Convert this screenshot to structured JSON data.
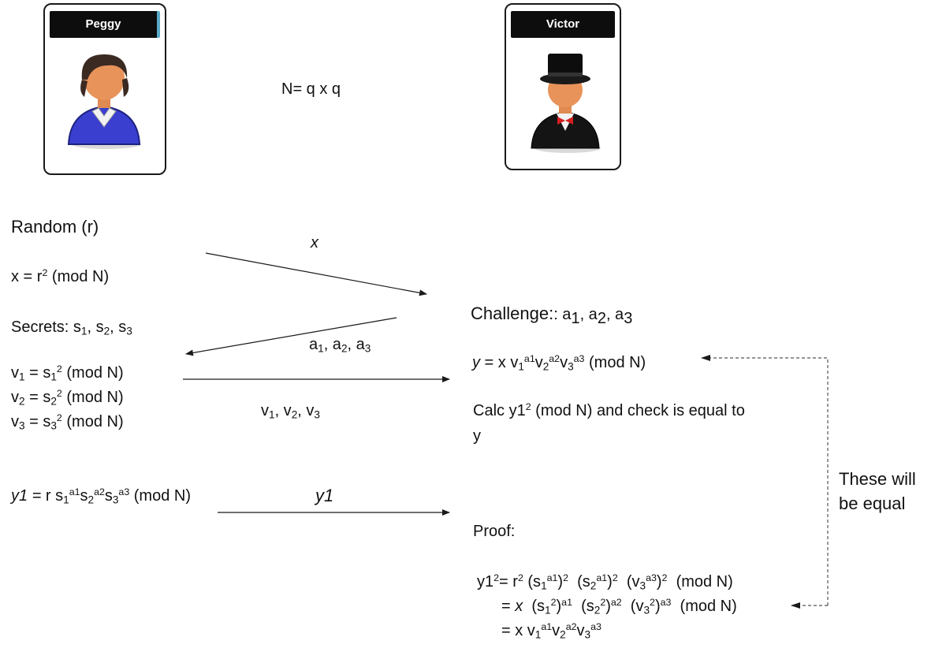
{
  "parties": {
    "peggy": {
      "name": "Peggy",
      "icon": "woman-user-icon"
    },
    "victor": {
      "name": "Victor",
      "icon": "top-hat-man-icon"
    }
  },
  "modulus": "N= q x q",
  "left": {
    "random": "Random (r)",
    "x_eq": {
      "lhs": "x = r",
      "exp": "2",
      "rest": " (mod N)"
    },
    "secrets": {
      "label": "Secrets: s",
      "i1": "1",
      "s2": ", s",
      "i2": "2",
      "s3": ", s",
      "i3": "3"
    },
    "v_lines": [
      {
        "v": "v",
        "i": "1",
        "eq": " = s",
        "si": "1",
        "exp": "2",
        "mod": " (mod N)"
      },
      {
        "v": "v",
        "i": "2",
        "eq": " = s",
        "si": "2",
        "exp": "2",
        "mod": " (mod N)"
      },
      {
        "v": "v",
        "i": "3",
        "eq": " = s",
        "si": "3",
        "exp": "2",
        "mod": " (mod N)"
      }
    ],
    "y1": {
      "lhs": "y1 = ",
      "r": " r s",
      "mod": " (mod N)"
    }
  },
  "messages": {
    "x": "x",
    "a": {
      "a": "a",
      "i1": "1",
      "c2": ", a",
      "i2": "2",
      "c3": ", a",
      "i3": "3"
    },
    "v": {
      "v": "v",
      "i1": "1",
      "c2": ", v",
      "i2": "2",
      "c3": ", v",
      "i3": "3"
    },
    "y1": "y1"
  },
  "right": {
    "challenge": {
      "label": "Challenge:",
      "rest": ": a",
      "i1": "1",
      "c2": ", a",
      "i2": "2",
      "c3": ", a",
      "i3": "3"
    },
    "y_eq": {
      "y": "y",
      "eq": " = x v",
      "mod": " (mod N)"
    },
    "calc": {
      "line1": "(mod N) and check is equal to",
      "pre": "Calc y1",
      "exp": "2",
      "line2": "y"
    },
    "proof_label": "Proof:",
    "proof": {
      "l1_pre": "y1",
      "l1_exp": "2",
      "l1_eq": "= r",
      "l1_rexp": "2",
      "mod": "(mod N)",
      "l2_pre": "= ",
      "l2_x": "x",
      "l3_pre": "= x v"
    }
  },
  "note": {
    "line1": "These will",
    "line2": "be equal"
  },
  "exponents": {
    "a1": "a1",
    "a2": "a2",
    "a3": "a3",
    "two": "2"
  },
  "colors": {
    "stroke": "#1a1a1a",
    "dashed": "#555555",
    "peggy_shirt": "#3a3fd0",
    "skin": "#e8935a",
    "hair": "#3b2a22"
  }
}
